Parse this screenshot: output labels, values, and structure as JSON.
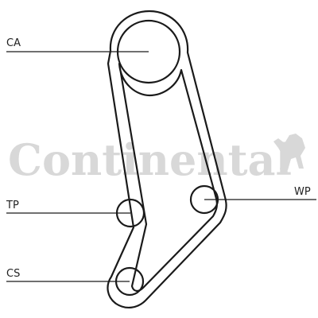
{
  "watermark": {
    "text": "Continental",
    "logo_icon": "rearing-horse-icon"
  },
  "labels": {
    "ca": "CA",
    "tp": "TP",
    "wp": "WP",
    "cs": "CS"
  },
  "colors": {
    "line": "#1a1a1a",
    "watermark": "#d8d8d8"
  }
}
